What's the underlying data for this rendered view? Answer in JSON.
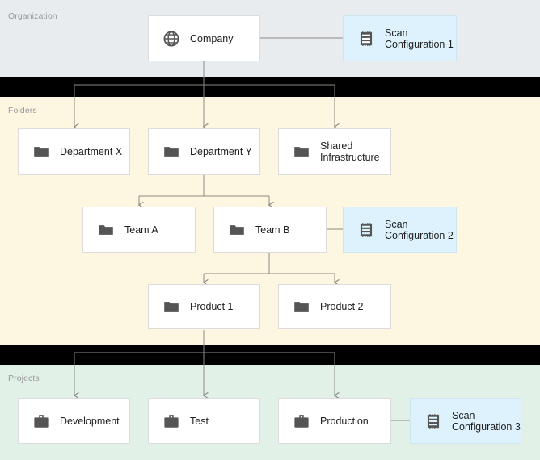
{
  "diagram": {
    "title": "Organization / Folders / Projects hierarchy",
    "colors": {
      "band_organization_bg": "#e9ecef",
      "band_folders_bg": "#fdf6e0",
      "band_projects_bg": "#e2f1e8",
      "gap_bg": "#000000",
      "node_bg": "#ffffff",
      "node_border": "#dcdcdc",
      "scan_node_bg": "#ddf2fc",
      "scan_node_border": "#cfe6f2",
      "connector": "#8a8a84",
      "label_text": "#9a9a9a",
      "node_text": "#1f1f1f",
      "icon_fill": "#555555"
    },
    "sections": [
      {
        "id": "organization",
        "label": "Organization"
      },
      {
        "id": "folders",
        "label": "Folders"
      },
      {
        "id": "projects",
        "label": "Projects"
      }
    ],
    "nodes": [
      {
        "id": "company",
        "label": "Company",
        "icon": "globe-icon",
        "kind": "entity"
      },
      {
        "id": "scan-config-1",
        "label": "Scan\nConfiguration 1",
        "icon": "scan-config-icon",
        "kind": "scan"
      },
      {
        "id": "department-x",
        "label": "Department X",
        "icon": "folder-icon",
        "kind": "entity"
      },
      {
        "id": "department-y",
        "label": "Department Y",
        "icon": "folder-icon",
        "kind": "entity"
      },
      {
        "id": "shared-infrastructure",
        "label": "Shared\nInfrastructure",
        "icon": "folder-icon",
        "kind": "entity"
      },
      {
        "id": "team-a",
        "label": "Team A",
        "icon": "folder-icon",
        "kind": "entity"
      },
      {
        "id": "team-b",
        "label": "Team B",
        "icon": "folder-icon",
        "kind": "entity"
      },
      {
        "id": "scan-config-2",
        "label": "Scan\nConfiguration 2",
        "icon": "scan-config-icon",
        "kind": "scan"
      },
      {
        "id": "product-1",
        "label": "Product 1",
        "icon": "folder-icon",
        "kind": "entity"
      },
      {
        "id": "product-2",
        "label": "Product 2",
        "icon": "folder-icon",
        "kind": "entity"
      },
      {
        "id": "development",
        "label": "Development",
        "icon": "briefcase-icon",
        "kind": "entity"
      },
      {
        "id": "test",
        "label": "Test",
        "icon": "briefcase-icon",
        "kind": "entity"
      },
      {
        "id": "production",
        "label": "Production",
        "icon": "briefcase-icon",
        "kind": "entity"
      },
      {
        "id": "scan-config-3",
        "label": "Scan\nConfiguration 3",
        "icon": "scan-config-icon",
        "kind": "scan"
      }
    ],
    "edges": [
      {
        "from": "company",
        "to": "scan-config-1",
        "style": "plain"
      },
      {
        "from": "company",
        "to": "department-x",
        "style": "arrow"
      },
      {
        "from": "company",
        "to": "department-y",
        "style": "arrow"
      },
      {
        "from": "company",
        "to": "shared-infrastructure",
        "style": "arrow"
      },
      {
        "from": "department-y",
        "to": "team-a",
        "style": "arrow"
      },
      {
        "from": "department-y",
        "to": "team-b",
        "style": "arrow"
      },
      {
        "from": "team-b",
        "to": "scan-config-2",
        "style": "plain"
      },
      {
        "from": "team-b",
        "to": "product-1",
        "style": "arrow"
      },
      {
        "from": "team-b",
        "to": "product-2",
        "style": "arrow"
      },
      {
        "from": "product-1",
        "to": "development",
        "style": "arrow"
      },
      {
        "from": "product-1",
        "to": "test",
        "style": "arrow"
      },
      {
        "from": "product-1",
        "to": "production",
        "style": "arrow"
      },
      {
        "from": "production",
        "to": "scan-config-3",
        "style": "plain"
      }
    ]
  }
}
